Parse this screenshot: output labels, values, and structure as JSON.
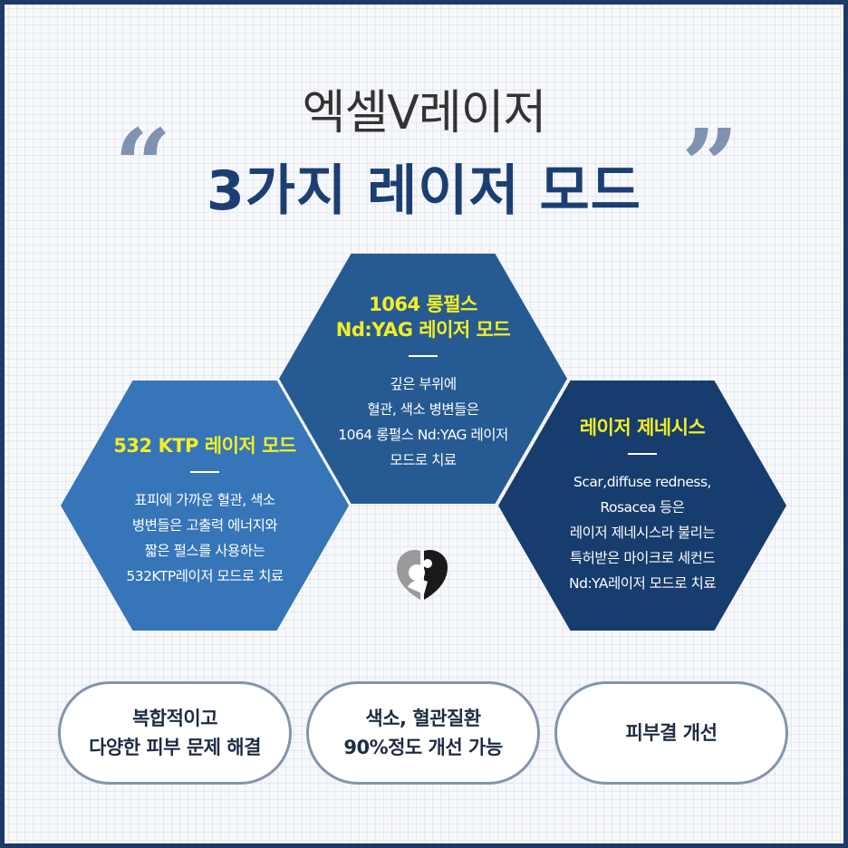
{
  "header": {
    "subtitle": "엑셀V레이저",
    "title": "3가지 레이저 모드",
    "open_quote": "“",
    "close_quote": "”"
  },
  "modes": {
    "top": {
      "heading": "1064 롱펄스\nNd:YAG 레이저 모드",
      "body": "깊은 부위에\n혈관, 색소 병변들은\n1064 롱펄스 Nd:YAG 레이저\n모드로 치료"
    },
    "left": {
      "heading": "532 KTP 레이저 모드",
      "body": "표피에 가까운 혈관, 색소\n병변들은 고출력 에너지와\n짧은 펄스를 사용하는\n532KTP레이저 모드로 치료"
    },
    "right": {
      "heading": "레이저 제네시스",
      "body": "Scar,diffuse redness,\nRosacea 등은\n레이저 제네시스라 불리는\n특허받은 마이크로 세컨드\nNd:YA레이저 모드로 치료"
    }
  },
  "benefits": [
    {
      "label": "복합적이고\n다양한 피부 문제 해결"
    },
    {
      "label": "색소, 혈관질환\n90%정도 개선 가능"
    },
    {
      "label": "피부결 개선"
    }
  ],
  "colors": {
    "title_navy": "#1c3f73",
    "hex_top": "#265a92",
    "hex_left": "#3575b8",
    "hex_right": "#173c6e",
    "heading_yellow": "#f3ee25",
    "frame": "#1d3a66"
  },
  "icons": {
    "logo": "clinic-logo-icon"
  }
}
